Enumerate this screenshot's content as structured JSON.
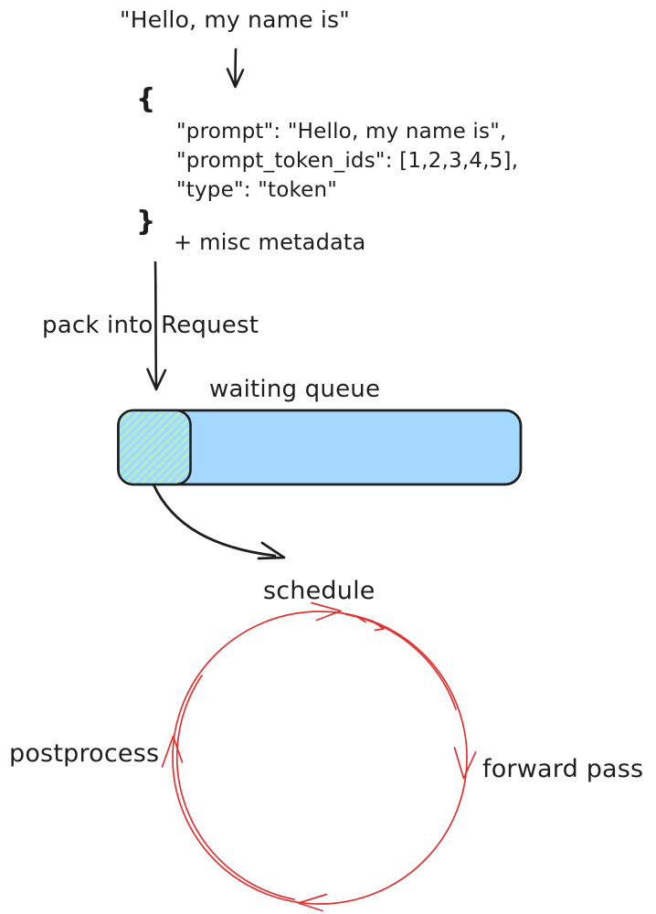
{
  "colors": {
    "ink": "#1e1e1e",
    "accent_red": "#e03131",
    "queue_fill": "#a5d8ff",
    "hatch_green": "#b2f2bb",
    "background": "#ffffff"
  },
  "prompt_flow": {
    "input_text": "\"Hello, my name is\"",
    "json_block": {
      "open_brace": "{",
      "line_prompt": "\"prompt\": \"Hello, my name is\",",
      "line_token_ids": "\"prompt_token_ids\": [1,2,3,4,5],",
      "line_type": "\"type\": \"token\"",
      "close_brace": "}",
      "annotation": "+ misc metadata"
    },
    "pack_arrow_label": "pack into Request"
  },
  "queue": {
    "label": "waiting queue"
  },
  "cycle": {
    "steps": {
      "top": "schedule",
      "right": "forward pass",
      "left": "postprocess"
    }
  }
}
